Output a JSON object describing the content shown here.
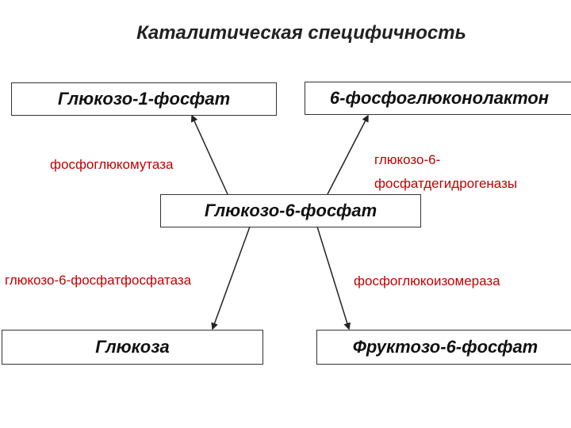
{
  "title": "Каталитическая специфичность",
  "nodes": {
    "g1p": "Глюкозо-1-фосфат",
    "pgl": "6-фосфоглюконолактон",
    "g6p": "Глюкозо-6-фосфат",
    "glucose": "Глюкоза",
    "f6p": "Фруктозо-6-фосфат"
  },
  "enzymes": {
    "mutase": "фосфоглюкомутаза",
    "dehydrogenase_line1": "глюкозо-6-",
    "dehydrogenase_line2": "фосфатдегидрогеназы",
    "phosphatase": "глюкозо-6-фосфатфосфатаза",
    "isomerase": "фосфоглюкоизомераза"
  },
  "colors": {
    "enzyme_text": "#c00000",
    "node_border": "#333333"
  }
}
